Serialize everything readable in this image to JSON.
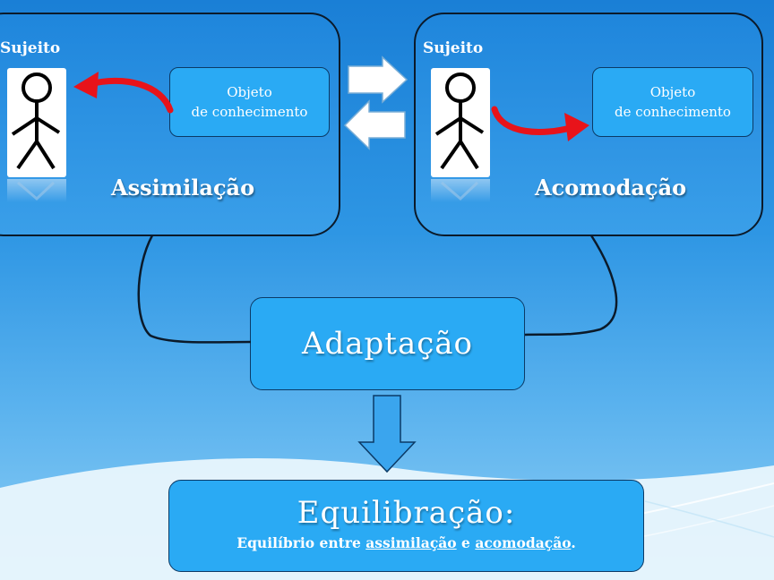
{
  "left_panel": {
    "subject_label": "Sujeito",
    "object_line1": "Objeto",
    "object_line2": "de conhecimento",
    "title": "Assimilação"
  },
  "right_panel": {
    "subject_label": "Sujeito",
    "object_line1": "Objeto",
    "object_line2": "de conhecimento",
    "title": "Acomodação"
  },
  "middle": {
    "label": "Adaptação"
  },
  "bottom": {
    "title": "Equilibração:",
    "sub_prefix": "Equilíbrio entre ",
    "sub_term1": "assimilação",
    "sub_mid": " e ",
    "sub_term2": "acomodação",
    "sub_suffix": "."
  },
  "colors": {
    "background_top": "#1a7fd6",
    "box_fill": "#2aaaf4",
    "arrow_red": "#e8131a",
    "outline": "#0b1a2a"
  },
  "icons": [
    "stick-figure-icon",
    "curved-arrow-icon",
    "right-arrow-icon",
    "left-arrow-icon",
    "down-arrow-icon"
  ]
}
